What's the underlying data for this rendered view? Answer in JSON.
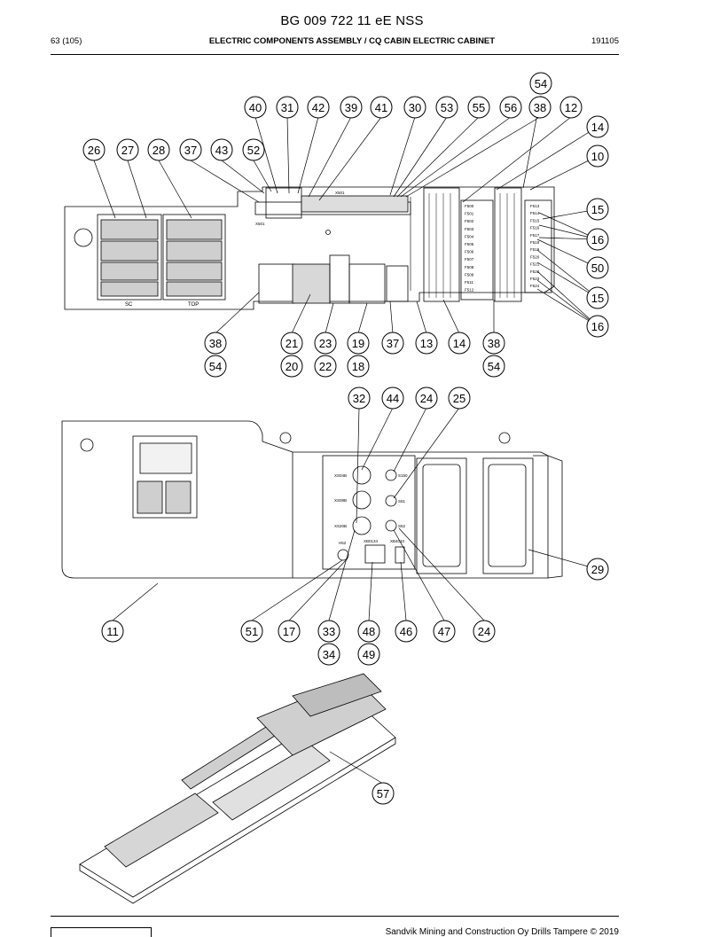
{
  "header": {
    "document_code": "BG 009 722 11 eE NSS",
    "page_number": "63 (105)",
    "section_title": "ELECTRIC COMPONENTS ASSEMBLY / CQ CABIN ELECTRIC CABINET",
    "date_code": "191105"
  },
  "footer": {
    "copyright": "Sandvik Mining and Construction Oy Drills Tampere © 2019"
  },
  "panel_labels": {
    "x501": "X501",
    "x501_top": "X501",
    "sc": "SC",
    "top": "TOP",
    "fuses_left": [
      "F500",
      "F501",
      "F502",
      "F503",
      "F504",
      "F505",
      "F506",
      "F507",
      "F508",
      "F509",
      "F511",
      "F512"
    ],
    "fuses_right": [
      "F513",
      "F514",
      "F515",
      "F516",
      "F517",
      "F518",
      "F519",
      "F520",
      "F521",
      "F522",
      "F523",
      "F524"
    ],
    "switch_panel": {
      "xs04b": "XS04B",
      "xs08b": "XS08B",
      "xs20b": "XS20B",
      "s150": "S150",
      "s61": "S61",
      "s52": "S52",
      "h52": "H52",
      "xb0134": "XB0134",
      "xb4010": "XB4010"
    }
  },
  "callouts": [
    {
      "id": "c54a",
      "label": "54"
    },
    {
      "id": "c40",
      "label": "40"
    },
    {
      "id": "c31",
      "label": "31"
    },
    {
      "id": "c42",
      "label": "42"
    },
    {
      "id": "c39",
      "label": "39"
    },
    {
      "id": "c41",
      "label": "41"
    },
    {
      "id": "c30",
      "label": "30"
    },
    {
      "id": "c53",
      "label": "53"
    },
    {
      "id": "c55",
      "label": "55"
    },
    {
      "id": "c56",
      "label": "56"
    },
    {
      "id": "c38a",
      "label": "38"
    },
    {
      "id": "c12",
      "label": "12"
    },
    {
      "id": "c14a",
      "label": "14"
    },
    {
      "id": "c10",
      "label": "10"
    },
    {
      "id": "c26",
      "label": "26"
    },
    {
      "id": "c27",
      "label": "27"
    },
    {
      "id": "c28",
      "label": "28"
    },
    {
      "id": "c37a",
      "label": "37"
    },
    {
      "id": "c43",
      "label": "43"
    },
    {
      "id": "c52",
      "label": "52"
    },
    {
      "id": "c15a",
      "label": "15"
    },
    {
      "id": "c16a",
      "label": "16"
    },
    {
      "id": "c50",
      "label": "50"
    },
    {
      "id": "c15b",
      "label": "15"
    },
    {
      "id": "c16b",
      "label": "16"
    },
    {
      "id": "c38b",
      "label": "38"
    },
    {
      "id": "c21",
      "label": "21"
    },
    {
      "id": "c23",
      "label": "23"
    },
    {
      "id": "c19",
      "label": "19"
    },
    {
      "id": "c37b",
      "label": "37"
    },
    {
      "id": "c13",
      "label": "13"
    },
    {
      "id": "c14b",
      "label": "14"
    },
    {
      "id": "c38c",
      "label": "38"
    },
    {
      "id": "c54b",
      "label": "54"
    },
    {
      "id": "c20",
      "label": "20"
    },
    {
      "id": "c22",
      "label": "22"
    },
    {
      "id": "c18",
      "label": "18"
    },
    {
      "id": "c54c",
      "label": "54"
    },
    {
      "id": "c32",
      "label": "32"
    },
    {
      "id": "c44",
      "label": "44"
    },
    {
      "id": "c24a",
      "label": "24"
    },
    {
      "id": "c25",
      "label": "25"
    },
    {
      "id": "c29",
      "label": "29"
    },
    {
      "id": "c11",
      "label": "11"
    },
    {
      "id": "c51",
      "label": "51"
    },
    {
      "id": "c17",
      "label": "17"
    },
    {
      "id": "c33",
      "label": "33"
    },
    {
      "id": "c48",
      "label": "48"
    },
    {
      "id": "c46",
      "label": "46"
    },
    {
      "id": "c47",
      "label": "47"
    },
    {
      "id": "c24b",
      "label": "24"
    },
    {
      "id": "c34",
      "label": "34"
    },
    {
      "id": "c49",
      "label": "49"
    },
    {
      "id": "c57",
      "label": "57"
    }
  ]
}
